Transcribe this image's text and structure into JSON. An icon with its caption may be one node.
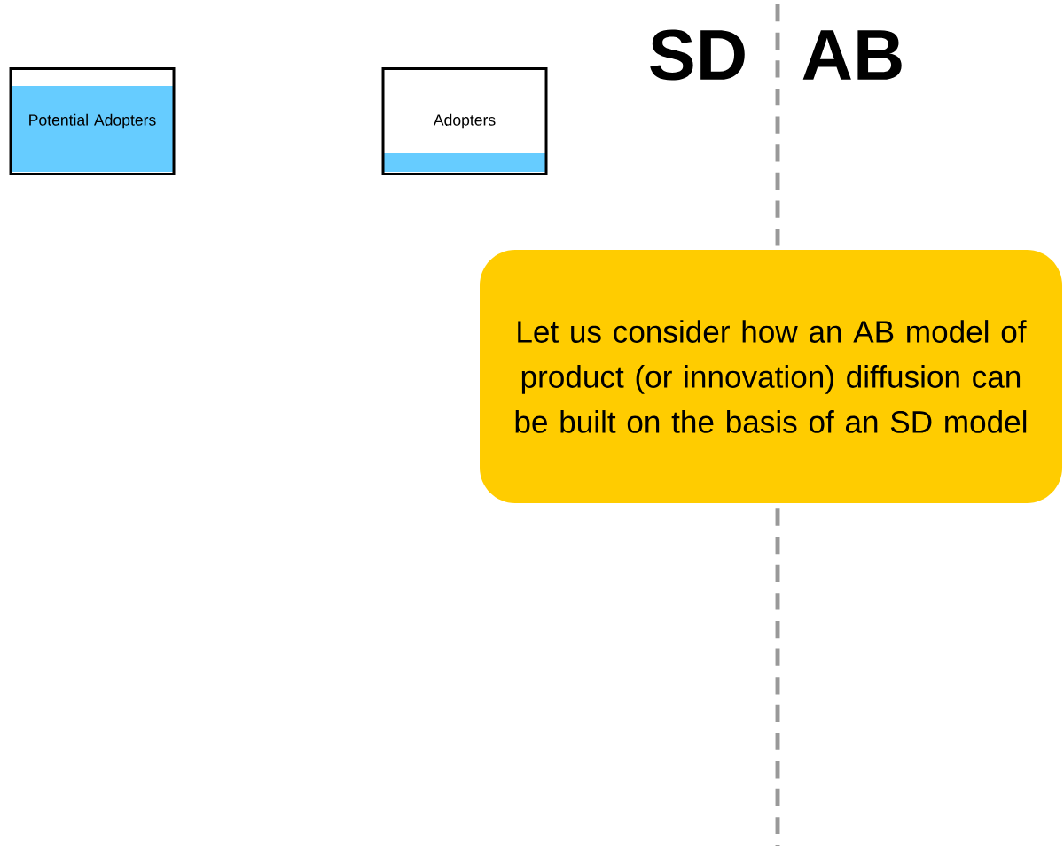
{
  "diagram": {
    "nodes": [
      {
        "text": [
          "Potential Adopters"
        ]
      },
      {
        "text": [
          "Adopters"
        ]
      },
      {
        "text": [
          "Let us consider how an AB model of product (or innovation) diffusion can be built on the basis of an SD model"
        ]
      }
    ],
    "labels": [
      "SD",
      "AB"
    ]
  }
}
